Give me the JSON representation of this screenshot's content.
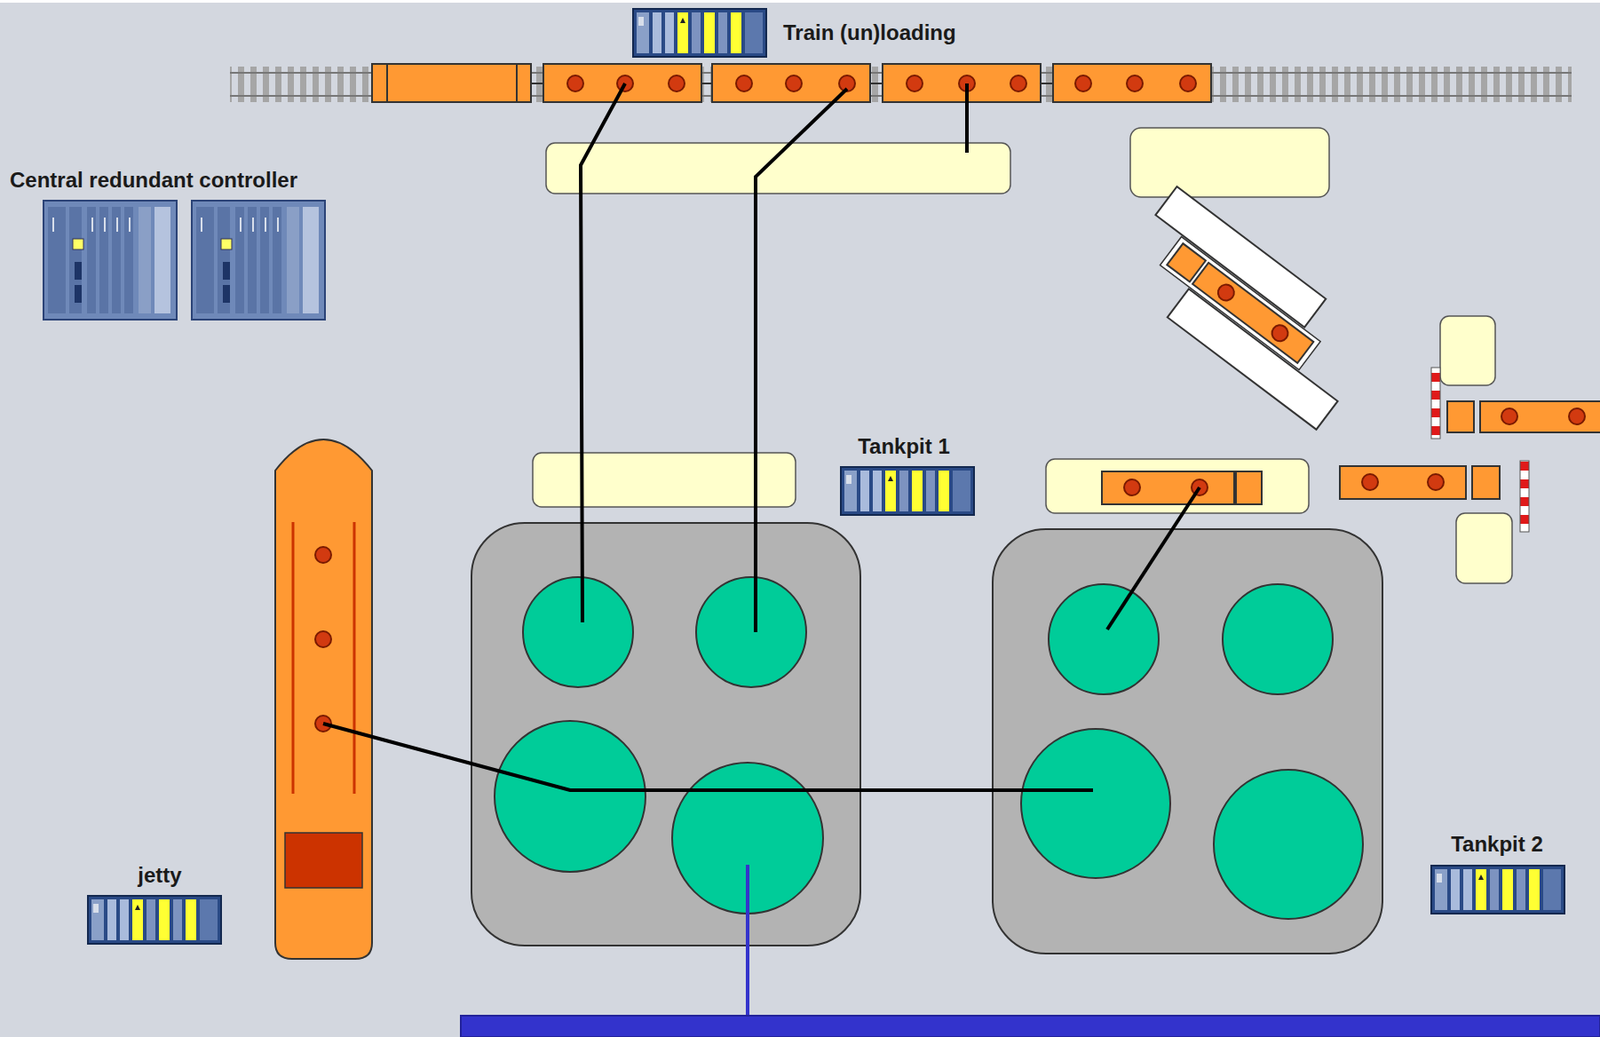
{
  "diagram": {
    "labels": [
      "Train (un)loading",
      "Central redundant controller",
      "Tankpit 1",
      "Tankpit 2",
      "jetty"
    ]
  }
}
